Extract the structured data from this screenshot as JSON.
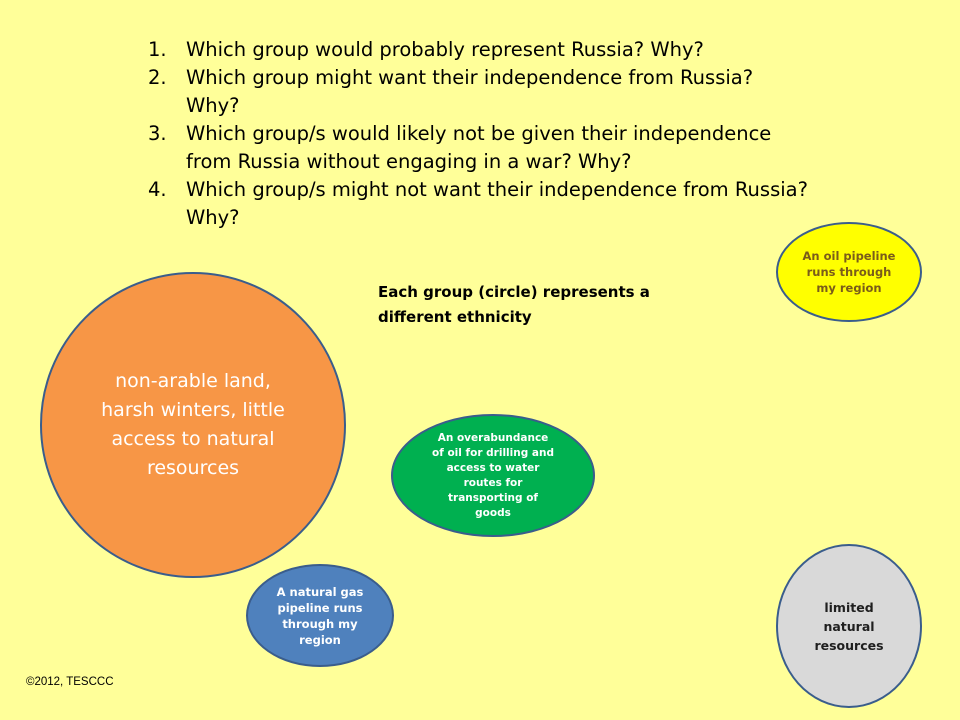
{
  "questions": [
    {
      "number": "1.",
      "text": "Which group would probably represent Russia? Why?"
    },
    {
      "number": "2.",
      "text": "Which group might want their independence from Russia? Why?"
    },
    {
      "number": "3.",
      "text": "Which group/s would likely not be given their independence from Russia without engaging in a war? Why?"
    },
    {
      "number": "4.",
      "text": "Which group/s might not want their independence from Russia?  Why?"
    }
  ],
  "note": "Each group (circle) represents a different ethnicity",
  "groups": {
    "orange": {
      "text": "non-arable land, harsh winters, little access to natural resources",
      "color": "#f79646"
    },
    "yellow": {
      "text": "An oil pipeline runs through my region",
      "color": "#ffff00"
    },
    "green": {
      "text": "An overabundance of oil for drilling and access to water routes for transporting of goods",
      "color": "#00b050"
    },
    "blue": {
      "text": "A natural gas pipeline runs through my region",
      "color": "#4f81bd"
    },
    "gray": {
      "text": "limited natural resources",
      "color": "#d9d9d9"
    }
  },
  "copyright": "©2012, TESCCC",
  "colors": {
    "background": "#ffff99",
    "circle_border": "#3a5d8c"
  }
}
